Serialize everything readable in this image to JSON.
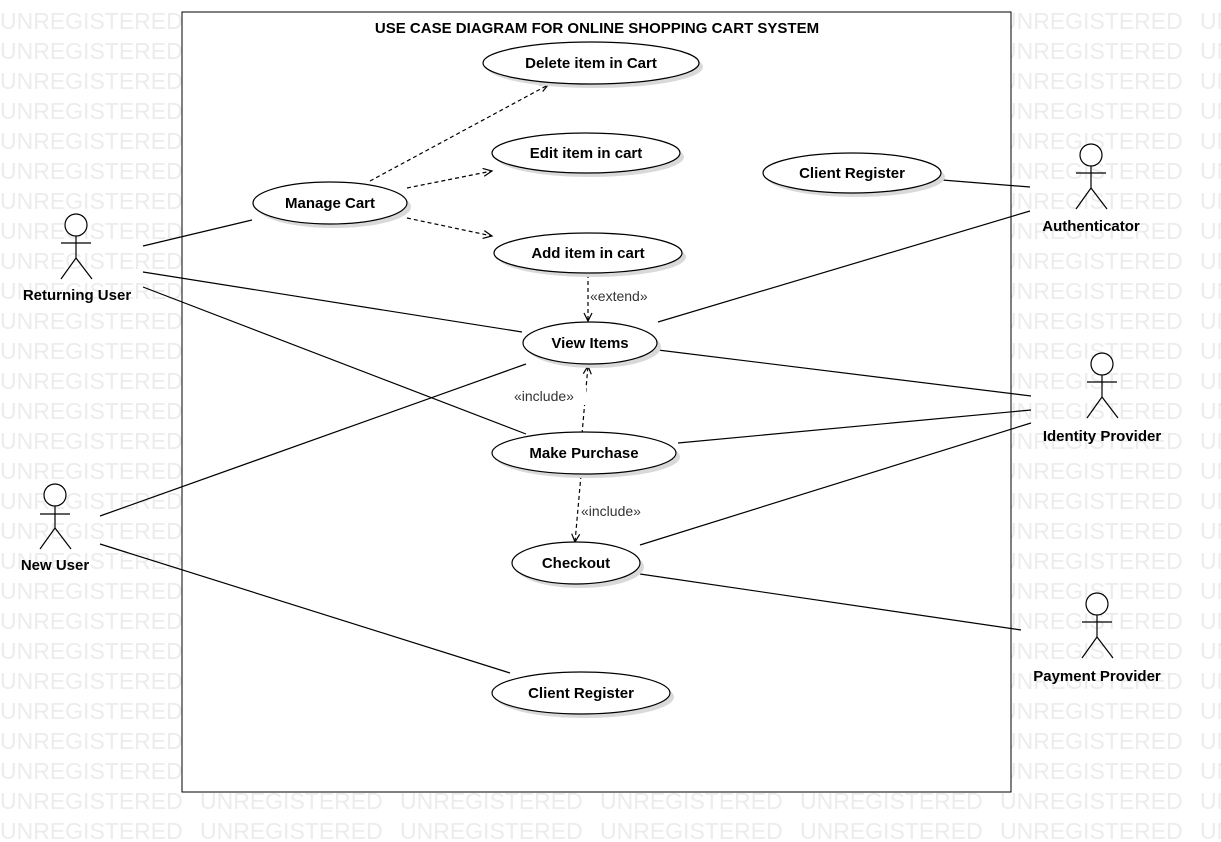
{
  "watermark": {
    "text": "UNREGISTERED"
  },
  "system": {
    "title": "USE CASE DIAGRAM FOR ONLINE SHOPPING CART SYSTEM"
  },
  "use_cases": [
    {
      "id": "delete-item",
      "label": "Delete item in Cart"
    },
    {
      "id": "edit-item",
      "label": "Edit item in cart"
    },
    {
      "id": "client-register-top",
      "label": "Client Register"
    },
    {
      "id": "manage-cart",
      "label": "Manage Cart"
    },
    {
      "id": "add-item",
      "label": "Add item in cart"
    },
    {
      "id": "view-items",
      "label": "View Items"
    },
    {
      "id": "make-purchase",
      "label": "Make Purchase"
    },
    {
      "id": "checkout",
      "label": "Checkout"
    },
    {
      "id": "client-register-bottom",
      "label": "Client Register"
    }
  ],
  "actors": [
    {
      "id": "returning-user",
      "label": "Returning User"
    },
    {
      "id": "new-user",
      "label": "New User"
    },
    {
      "id": "authenticator",
      "label": "Authenticator"
    },
    {
      "id": "identity-provider",
      "label": "Identity Provider"
    },
    {
      "id": "payment-provider",
      "label": "Payment Provider"
    }
  ],
  "associations": [
    {
      "from": "returning-user",
      "to": "manage-cart"
    },
    {
      "from": "returning-user",
      "to": "view-items"
    },
    {
      "from": "returning-user",
      "to": "make-purchase"
    },
    {
      "from": "new-user",
      "to": "view-items"
    },
    {
      "from": "new-user",
      "to": "client-register-bottom"
    },
    {
      "from": "authenticator",
      "to": "client-register-top"
    },
    {
      "from": "authenticator",
      "to": "view-items"
    },
    {
      "from": "identity-provider",
      "to": "view-items"
    },
    {
      "from": "identity-provider",
      "to": "make-purchase"
    },
    {
      "from": "identity-provider",
      "to": "checkout"
    },
    {
      "from": "payment-provider",
      "to": "checkout"
    }
  ],
  "dependencies": [
    {
      "from": "manage-cart",
      "to": "delete-item",
      "stereotype": ""
    },
    {
      "from": "manage-cart",
      "to": "edit-item",
      "stereotype": ""
    },
    {
      "from": "manage-cart",
      "to": "add-item",
      "stereotype": ""
    },
    {
      "from": "add-item",
      "to": "view-items",
      "stereotype": "«extend»"
    },
    {
      "from": "make-purchase",
      "to": "view-items",
      "stereotype": "«include»"
    },
    {
      "from": "make-purchase",
      "to": "checkout",
      "stereotype": "«include»"
    }
  ]
}
